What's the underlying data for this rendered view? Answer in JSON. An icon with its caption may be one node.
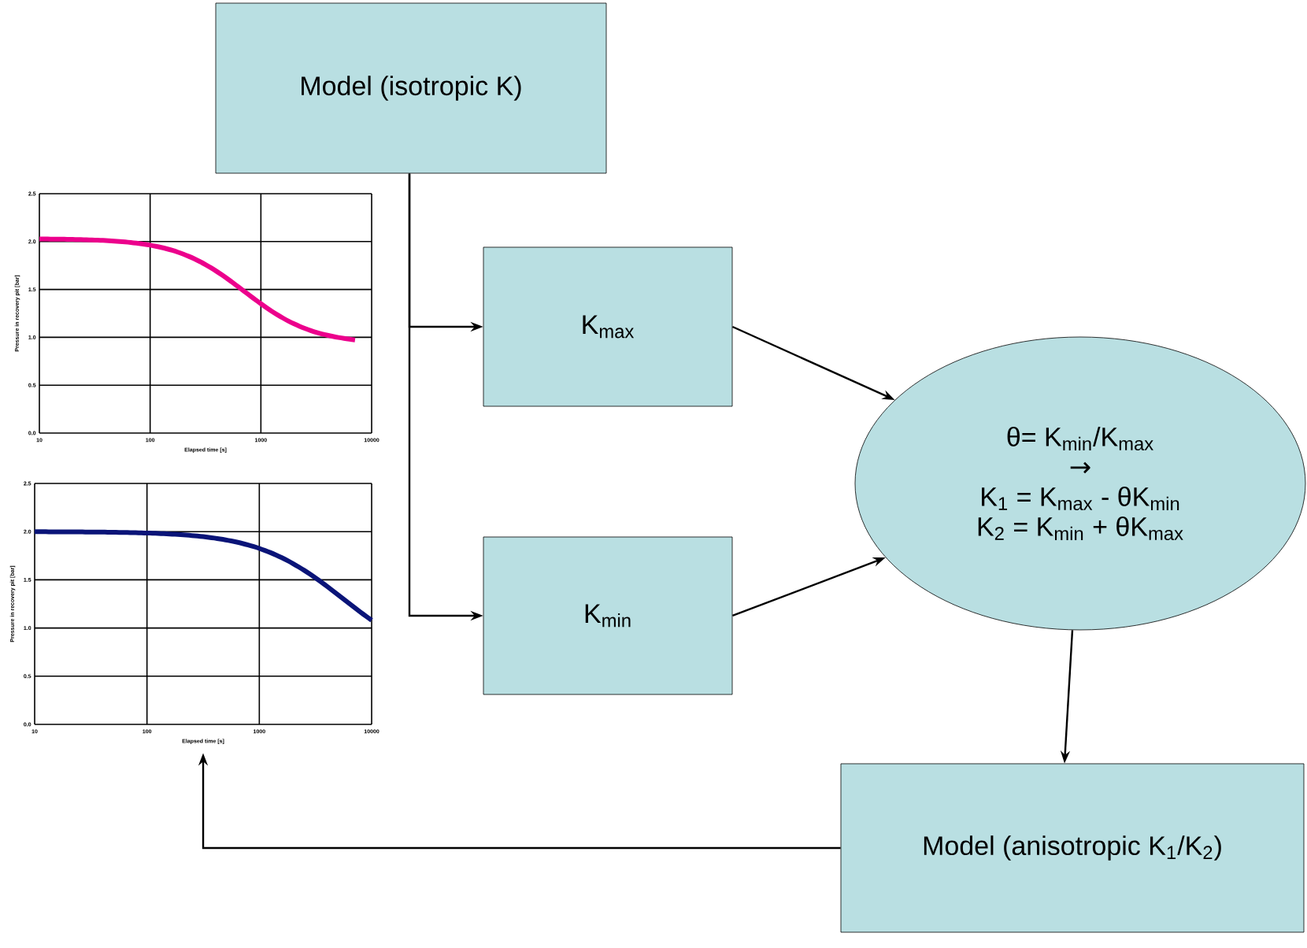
{
  "diagram": {
    "nodes": [
      {
        "text": [
          "Model (isotropic K)"
        ]
      },
      {
        "text": [],
        "shape": "picture"
      },
      {
        "text": [
          "K$_{max}$"
        ]
      },
      {
        "text": [],
        "shape": "picture"
      },
      {
        "text": [
          "K$_{min}$"
        ]
      },
      {
        "text": [
          "θ= K$_{min}$/K$_{max}$",
          "→",
          "K$_{1}$ = K$_{max}$ - θK$_{min}$",
          "K$_{2}$ = K$_{min}$ + θK$_{max}$"
        ]
      },
      {
        "text": [
          "Model (anisotropic K$_{1}$/K$_{2}$)"
        ]
      }
    ],
    "edges": [
      {
        "from": 0,
        "to": 2,
        "arrow": "to"
      },
      {
        "from": 0,
        "to": 4,
        "arrow": "to"
      },
      {
        "from": 2,
        "to": 5,
        "arrow": "to"
      },
      {
        "from": 4,
        "to": 5,
        "arrow": "to"
      },
      {
        "from": 5,
        "to": 6,
        "arrow": "to"
      },
      {
        "from": 6,
        "to": 3,
        "arrow": "to"
      }
    ],
    "labels": [
      "2.5",
      "2.0",
      "1.5",
      "1.0",
      "0.5",
      "0.0",
      "Pressure in recovery pit [bar]",
      "10",
      "100",
      "1000",
      "10000",
      "Elapsed time [s]",
      "2.5",
      "2.0",
      "1.5",
      "1.0",
      "0.5",
      "0.0",
      "Pressure in recovery pit [bar]",
      "10",
      "100",
      "1000",
      "10000",
      "Elapsed time [s]"
    ]
  }
}
